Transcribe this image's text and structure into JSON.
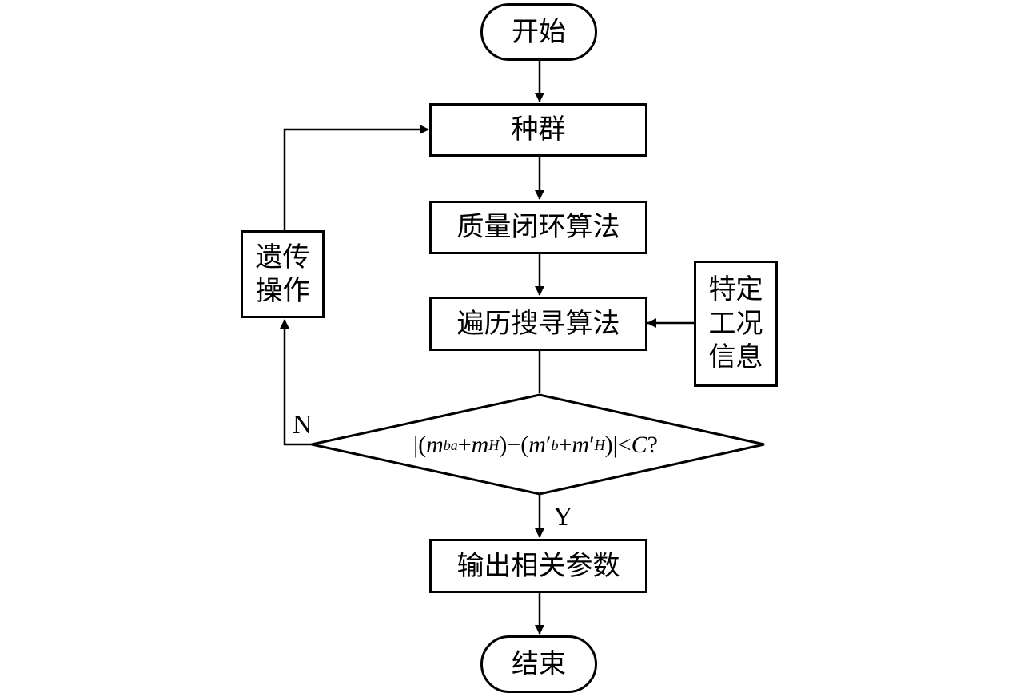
{
  "flowchart": {
    "start": "开始",
    "population": "种群",
    "mass_closed_loop": "质量闭环算法",
    "traversal_search": "遍历搜寻算法",
    "condition_info": [
      "特定",
      "工况",
      "信息"
    ],
    "genetic_op": [
      "遗传",
      "操作"
    ],
    "decision": {
      "prefix": "|(",
      "m1": "m",
      "s1": "ba",
      "plus1": "+",
      "m2": "m",
      "s2": "H",
      "mid": ")−(",
      "m3": "m",
      "p3": "′",
      "s3": "b",
      "plus2": "+",
      "m4": "m",
      "p4": "′",
      "s4": "H",
      "close": ")|<",
      "c": "C",
      "q": "?"
    },
    "no_label": "N",
    "yes_label": "Y",
    "output": "输出相关参数",
    "end": "结束"
  }
}
